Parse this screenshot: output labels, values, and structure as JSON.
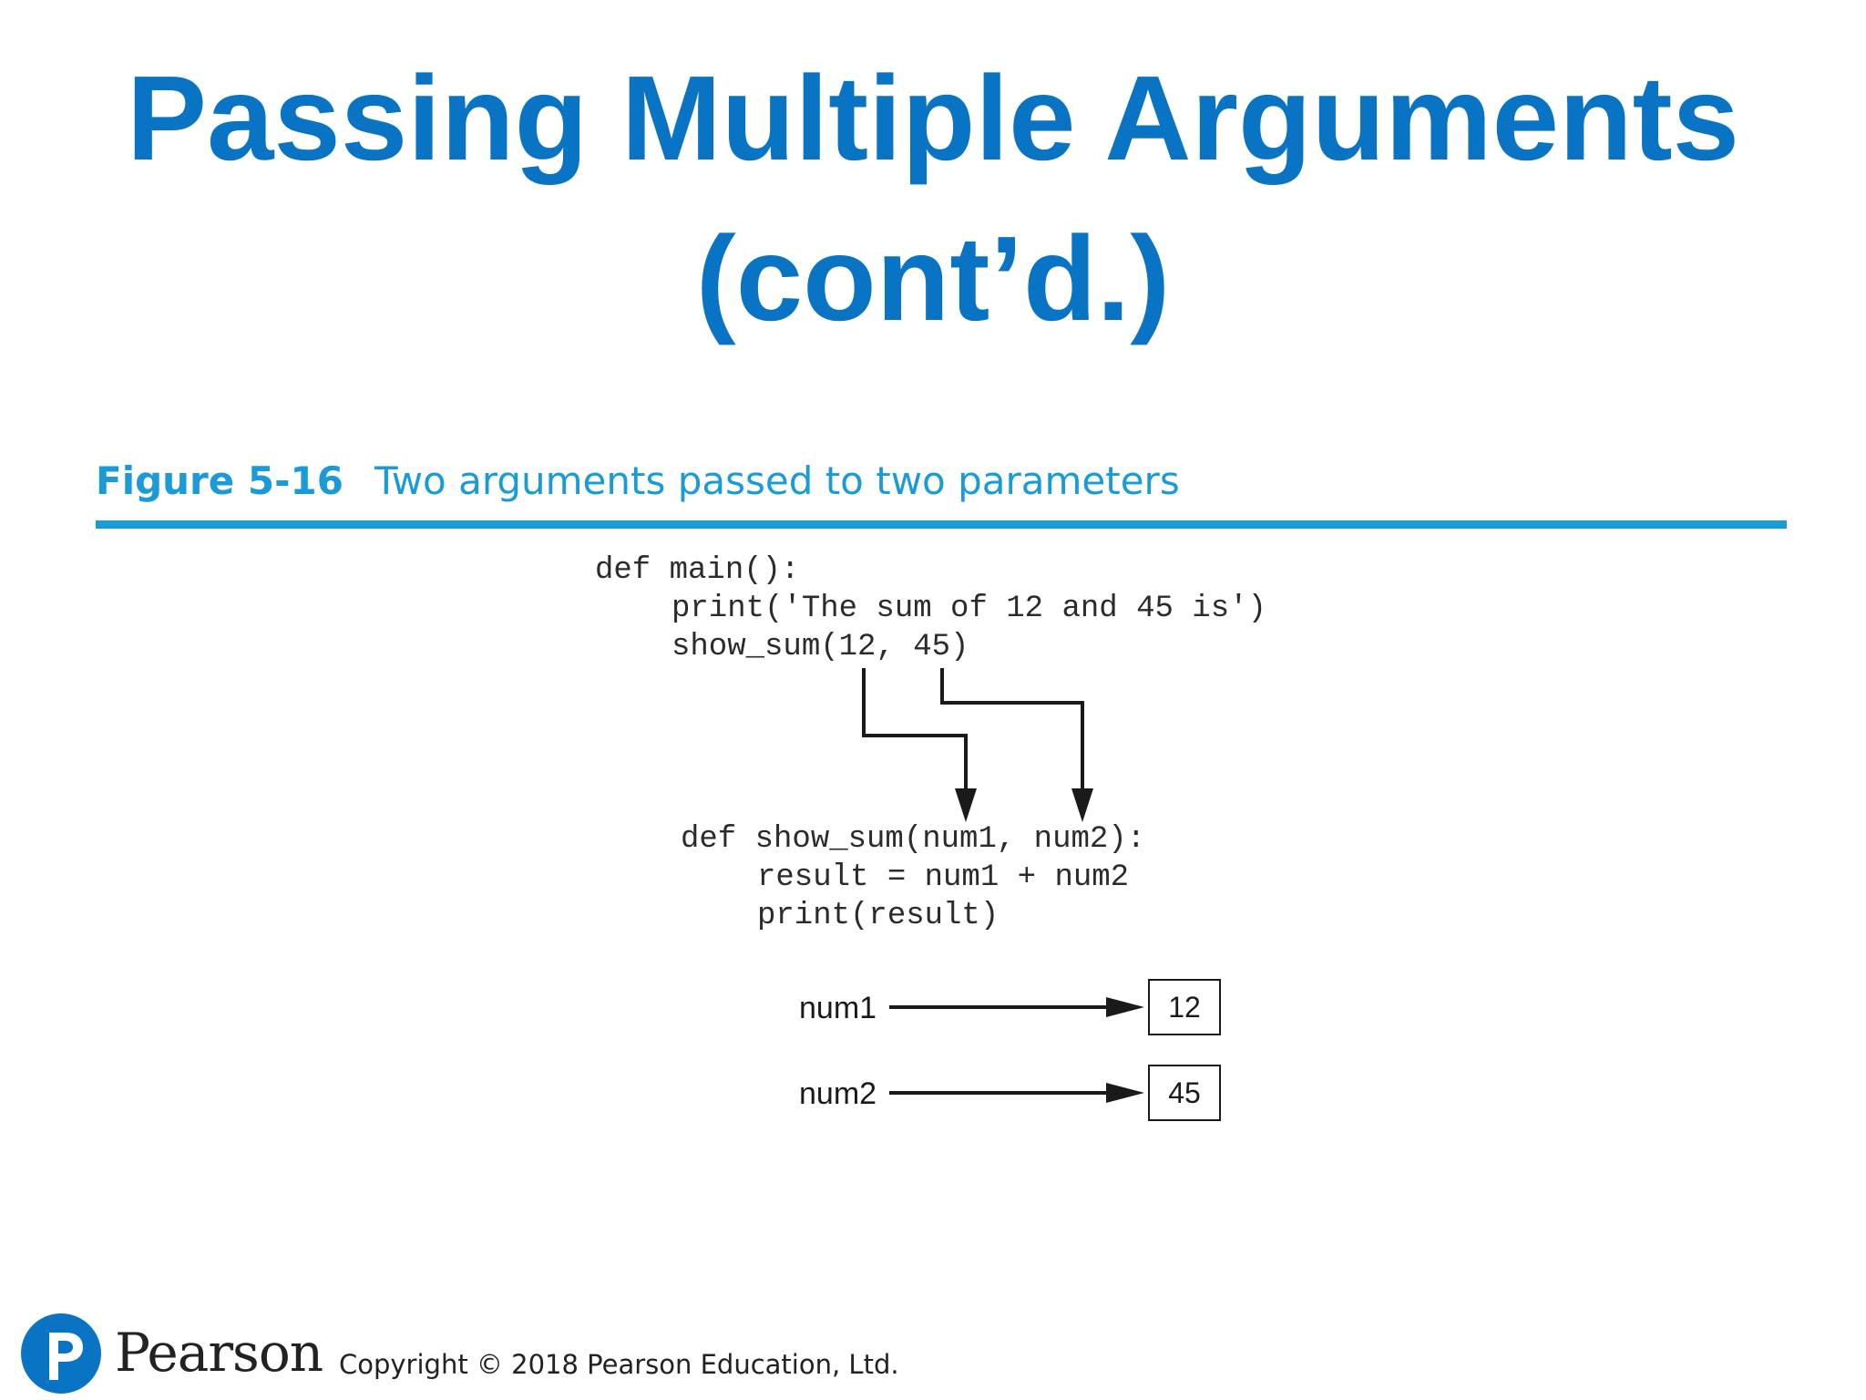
{
  "slide": {
    "title_line_1": "Passing Multiple Arguments",
    "title_line_2": "(cont’d.)"
  },
  "figure": {
    "label": "Figure 5-16",
    "caption": "Two arguments passed to two parameters",
    "accent_color": "#1a9ad6"
  },
  "code": {
    "main_block": [
      "def main():",
      "print('The sum of 12 and 45 is')",
      "show_sum(12, 45)"
    ],
    "show_sum_block": [
      "def show_sum(num1, num2):",
      "result = num1 + num2",
      "print(result)"
    ]
  },
  "variables": [
    {
      "name": "num1",
      "value": "12"
    },
    {
      "name": "num2",
      "value": "45"
    }
  ],
  "footer": {
    "brand": "Pearson",
    "copyright": "Copyright © 2018 Pearson Education, Ltd.",
    "logo_icon": "pearson-p-logo-icon",
    "logo_color": "#0a74c4"
  },
  "title_color": "#0a74c4"
}
